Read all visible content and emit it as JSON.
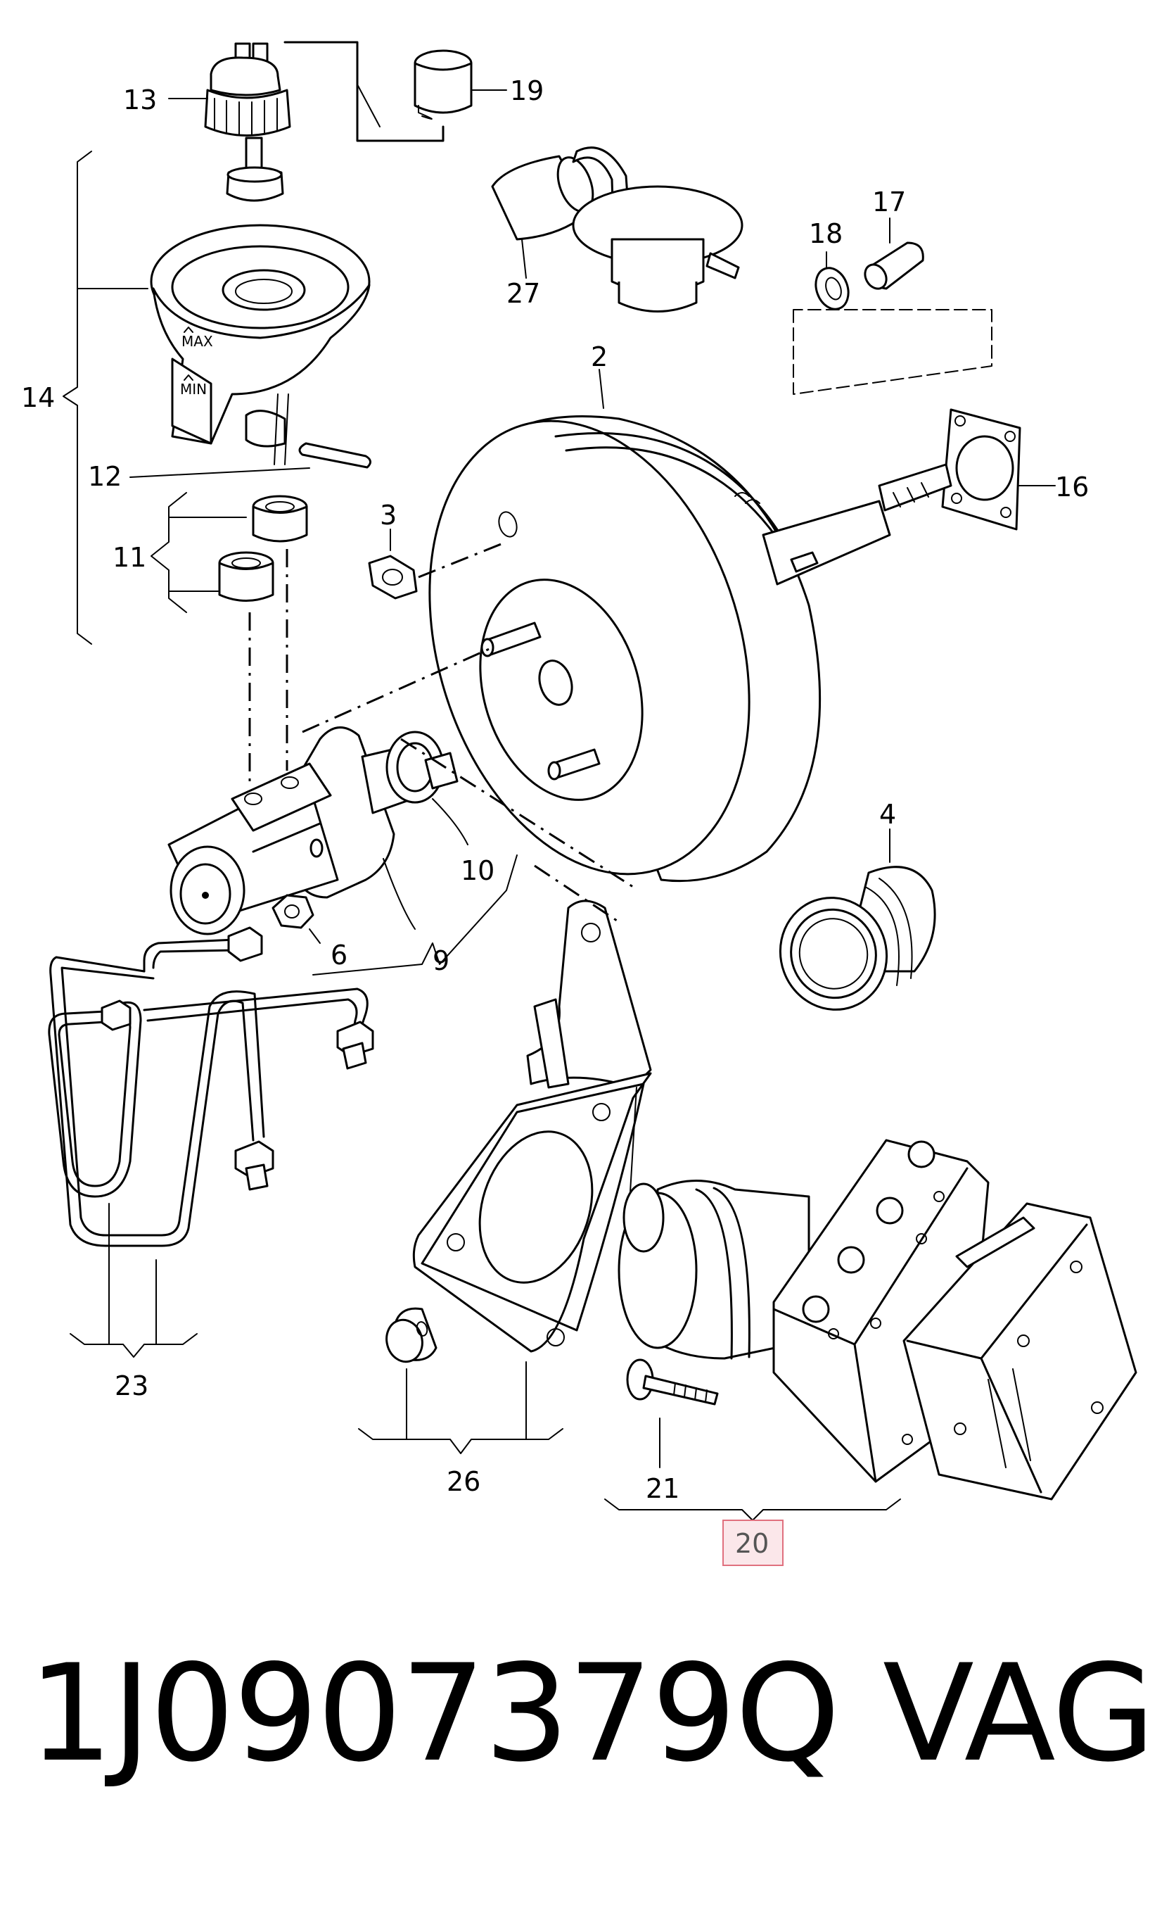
{
  "diagram": {
    "callouts": {
      "c2": "2",
      "c3": "3",
      "c4": "4",
      "c6": "6",
      "c9": "9",
      "c10": "10",
      "c11": "11",
      "c12": "12",
      "c13": "13",
      "c14": "14",
      "c16": "16",
      "c17": "17",
      "c18": "18",
      "c19": "19",
      "c20": "20",
      "c21": "21",
      "c23": "23",
      "c26": "26",
      "c27": "27"
    },
    "highlighted_callout": "20",
    "highlight_color": "#e0707e"
  },
  "footer": {
    "part_number": "1J0907379Q",
    "brand": "VAG"
  }
}
